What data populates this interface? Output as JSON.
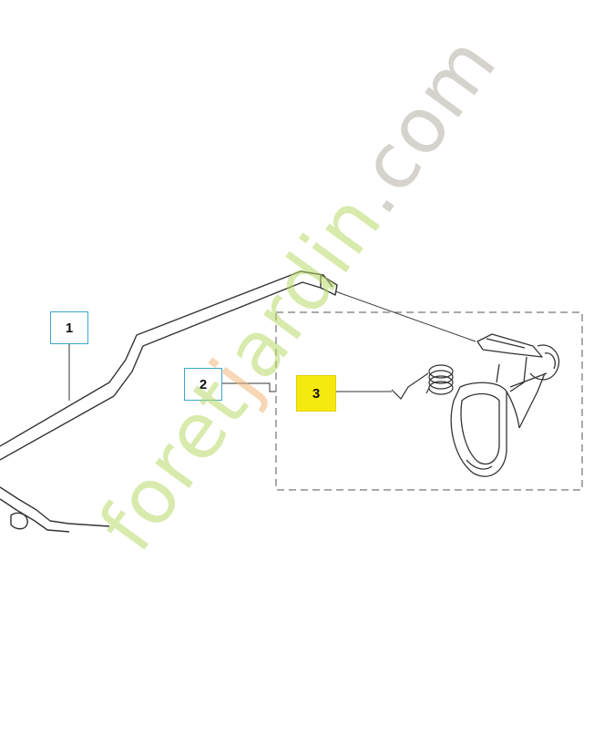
{
  "callouts": [
    {
      "id": "1",
      "label": "1"
    },
    {
      "id": "2",
      "label": "2"
    },
    {
      "id": "3",
      "label": "3",
      "highlighted": true
    }
  ],
  "watermark": {
    "part1": "foret",
    "part2": "j",
    "part3": "ardin",
    "part4": ".com"
  },
  "colors": {
    "callout_border": "#3aa7c9",
    "highlight": "#f5e90f",
    "line": "#333333",
    "watermark_green": "#b9d96a",
    "watermark_orange": "#f2b77a",
    "watermark_grey": "#b5aea6"
  },
  "components": [
    {
      "callout": "1",
      "name": "hose-icon"
    },
    {
      "callout": "2",
      "name": "assembly-group-box"
    },
    {
      "callout": "3",
      "name": "spring-icon"
    }
  ]
}
